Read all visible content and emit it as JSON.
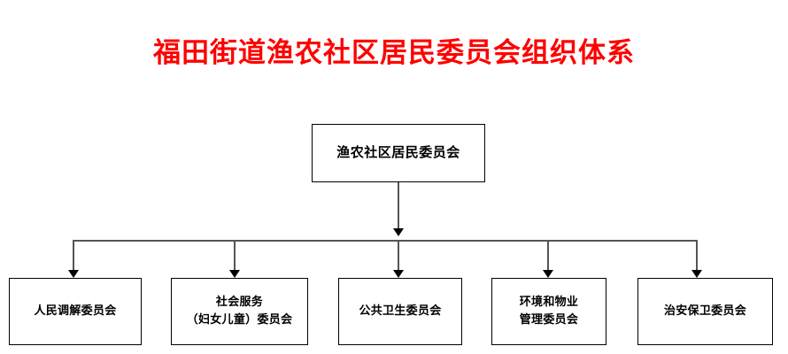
{
  "chart_data": {
    "type": "diagram",
    "diagram_type": "organizational-chart",
    "title": "福田街道渔农社区居民委员会组织体系",
    "title_color": "#ff0000",
    "orientation": "top-down",
    "connector_style": "elbow-with-arrowheads",
    "line_color": "#555555",
    "arrow_color": "#000000",
    "box_border_color": "#000000",
    "box_fill_color": "#ffffff",
    "text_color": "#000000",
    "nodes": [
      {
        "id": "root",
        "level": 0,
        "label": "渔农社区居民委员会",
        "lines": [
          "渔农社区居民委员会"
        ]
      },
      {
        "id": "child-0",
        "level": 1,
        "parent": "root",
        "label": "人民调解委员会",
        "lines": [
          "人民调解委员会"
        ]
      },
      {
        "id": "child-1",
        "level": 1,
        "parent": "root",
        "label": "社会服务（妇女儿童）委员会",
        "lines": [
          "社会服务",
          "（妇女儿童）委员会"
        ]
      },
      {
        "id": "child-2",
        "level": 1,
        "parent": "root",
        "label": "公共卫生委员会",
        "lines": [
          "公共卫生委员会"
        ]
      },
      {
        "id": "child-3",
        "level": 1,
        "parent": "root",
        "label": "环境和物业管理委员会",
        "lines": [
          "环境和物业",
          "管理委员会"
        ]
      },
      {
        "id": "child-4",
        "level": 1,
        "parent": "root",
        "label": "治安保卫委员会",
        "lines": [
          "治安保卫委员会"
        ]
      }
    ],
    "edges": [
      {
        "from": "root",
        "to": "child-0"
      },
      {
        "from": "root",
        "to": "child-1"
      },
      {
        "from": "root",
        "to": "child-2"
      },
      {
        "from": "root",
        "to": "child-3"
      },
      {
        "from": "root",
        "to": "child-4"
      }
    ]
  },
  "header": {
    "title": "福田街道渔农社区居民委员会组织体系"
  },
  "root": {
    "label": "渔农社区居民委员会"
  },
  "children": [
    {
      "label": "人民调解委员会"
    },
    {
      "label": "社会服务\n（妇女儿童）委员会"
    },
    {
      "label": "公共卫生委员会"
    },
    {
      "label": "环境和物业\n管理委员会"
    },
    {
      "label": "治安保卫委员会"
    }
  ]
}
